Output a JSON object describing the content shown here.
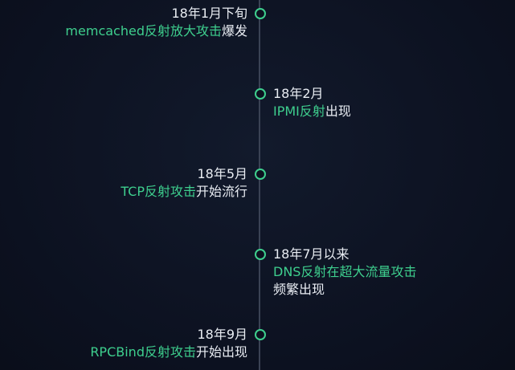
{
  "timeline": {
    "events": [
      {
        "date": "18年1月下旬",
        "highlight": "memcached反射放大攻击",
        "text": "爆发",
        "extra": ""
      },
      {
        "date": "18年2月",
        "highlight": "IPMI反射",
        "text": "出现",
        "extra": ""
      },
      {
        "date": "18年5月",
        "highlight": "TCP反射攻击",
        "text": "开始流行",
        "extra": ""
      },
      {
        "date": "18年7月以来",
        "highlight": "DNS反射在超大流量攻击",
        "text": "",
        "extra": "频繁出现"
      },
      {
        "date": "18年9月",
        "highlight": "RPCBind反射攻击",
        "text": "开始出现",
        "extra": ""
      }
    ]
  },
  "colors": {
    "background": "#0d1220",
    "accent": "#3ecf8e",
    "text": "#e9edf3",
    "axis": "#3a4254"
  }
}
